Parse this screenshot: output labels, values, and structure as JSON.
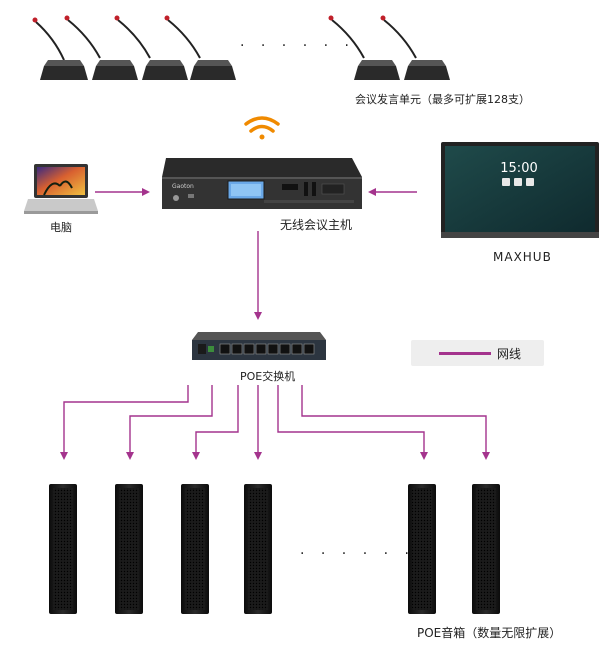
{
  "labels": {
    "conference_units": "会议发言单元（最多可扩展128支）",
    "pc": "电脑",
    "host": "无线会议主机",
    "maxhub": "MAXHUB",
    "switch": "POE交换机",
    "speakers": "POE音箱（数量无限扩展）"
  },
  "host_panel": {
    "brand": "Gaoton"
  },
  "maxhub_screen": {
    "clock": "15:00"
  },
  "ellipsis": {
    "mics": "· · · · · ·",
    "speakers": "· · · · · ·"
  },
  "legend": {
    "text": "网线",
    "color": "#a4338d"
  },
  "colors": {
    "connection": "#a4338d",
    "wifi": "#f08a00"
  }
}
